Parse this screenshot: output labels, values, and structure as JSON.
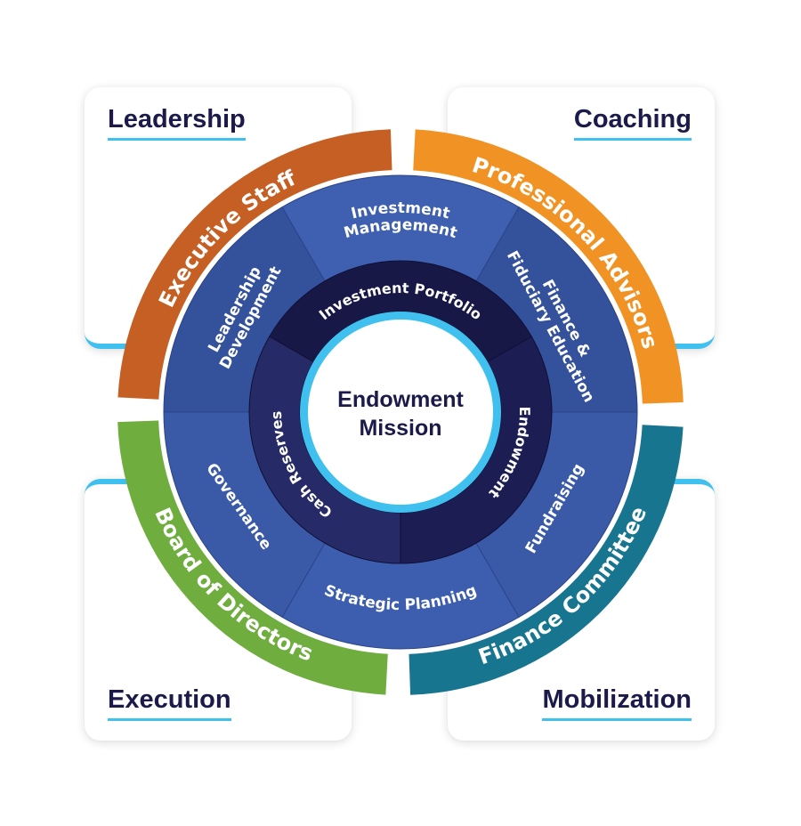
{
  "cards": {
    "top_left": "Leadership",
    "top_right": "Coaching",
    "bottom_left": "Execution",
    "bottom_right": "Mobilization"
  },
  "outer_ring": [
    {
      "label": "Executive Staff",
      "color": "#c55f23"
    },
    {
      "label": "Professional Advisors",
      "color": "#f19324"
    },
    {
      "label": "Finance Committee",
      "color": "#17758f"
    },
    {
      "label": "Board of Directors",
      "color": "#6fae3e"
    }
  ],
  "middle_ring": {
    "color": "#3a5aa8",
    "investment_management": [
      "Investment",
      "Management"
    ],
    "finance_education": [
      "Finance &",
      "Fiduciary Education"
    ],
    "fundraising": "Fundraising",
    "strategic_planning": "Strategic Planning",
    "governance": "Governance",
    "leadership_development": [
      "Leadership",
      "Development"
    ]
  },
  "inner_ring": {
    "color": "#171846",
    "investment_portfolio": "Investment Portfolio",
    "endowment": "Endowment",
    "cash_reserves": "Cash Reserves"
  },
  "center": {
    "line1": "Endowment",
    "line2": "Mission",
    "accent": "#3fc0ef"
  }
}
